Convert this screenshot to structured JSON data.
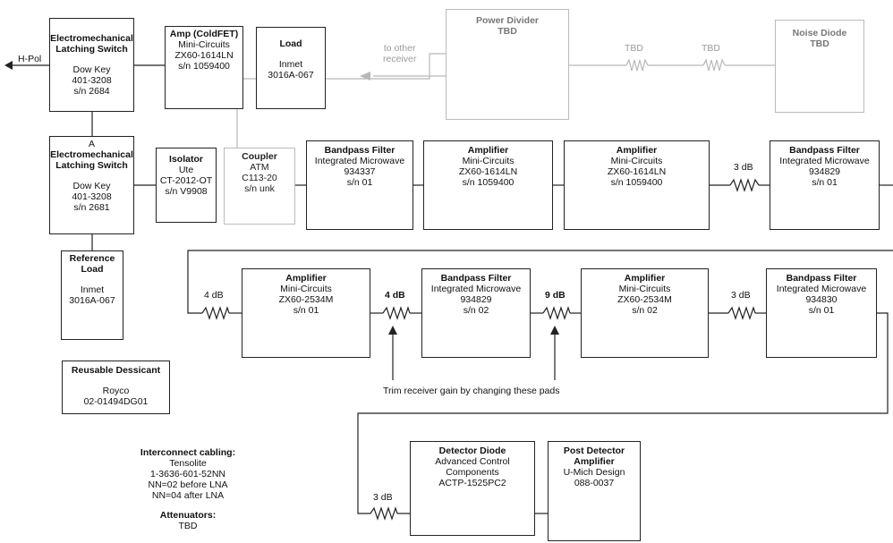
{
  "hpol_label": "H-Pol",
  "switch_top": {
    "title": [
      "Electromechanical",
      "Latching Switch"
    ],
    "lines": [
      "Dow Key",
      "401-3208",
      "s/n 2684"
    ]
  },
  "amp_coldfet": {
    "title": "Amp (ColdFET)",
    "lines": [
      "Mini-Circuits",
      "ZX60-1614LN",
      "s/n 1059400"
    ]
  },
  "load_top": {
    "title": "Load",
    "lines": [
      "Inmet",
      "3016A-067"
    ]
  },
  "other_receiver": [
    "to other",
    "receiver"
  ],
  "power_divider": {
    "title": [
      "Power Divider",
      "TBD"
    ]
  },
  "tbd_pad_1": "TBD",
  "tbd_pad_2": "TBD",
  "noise_diode": {
    "title": [
      "Noise Diode",
      "TBD"
    ]
  },
  "switch_a": {
    "port": "A",
    "title": [
      "Electromechanical",
      "Latching Switch"
    ],
    "lines": [
      "Dow Key",
      "401-3208",
      "s/n 2681"
    ]
  },
  "isolator": {
    "title": "Isolator",
    "lines": [
      "Ute",
      "CT-2012-OT",
      "s/n V9908"
    ]
  },
  "coupler": {
    "title": "Coupler",
    "lines": [
      "ATM",
      "C113-20",
      "s/n unk"
    ]
  },
  "row1": {
    "bpf1": {
      "title": "Bandpass Filter",
      "lines": [
        "Integrated Microwave",
        "934337",
        "s/n 01"
      ]
    },
    "amp1": {
      "title": "Amplifier",
      "lines": [
        "Mini-Circuits",
        "ZX60-1614LN",
        "s/n 1059400"
      ]
    },
    "amp2": {
      "title": "Amplifier",
      "lines": [
        "Mini-Circuits",
        "ZX60-1614LN",
        "s/n 1059400"
      ]
    },
    "pad": "3 dB",
    "bpf2": {
      "title": "Bandpass Filter",
      "lines": [
        "Integrated Microwave",
        "934829",
        "s/n 01"
      ]
    }
  },
  "ref_load": {
    "title": [
      "Reference",
      "Load"
    ],
    "lines": [
      "Inmet",
      "3016A-067"
    ]
  },
  "row2": {
    "pad1": "4 dB",
    "amp1": {
      "title": "Amplifier",
      "lines": [
        "Mini-Circuits",
        "ZX60-2534M",
        "s/n 01"
      ]
    },
    "pad2": "4 dB",
    "bpf1": {
      "title": "Bandpass Filter",
      "lines": [
        "Integrated Microwave",
        "934829",
        "s/n 02"
      ]
    },
    "pad3": "9 dB",
    "amp2": {
      "title": "Amplifier",
      "lines": [
        "Mini-Circuits",
        "ZX60-2534M",
        "s/n 02"
      ]
    },
    "pad4": "3 dB",
    "bpf2": {
      "title": "Bandpass Filter",
      "lines": [
        "Integrated Microwave",
        "934830",
        "s/n 01"
      ]
    }
  },
  "dessicant": {
    "title": "Reusable Dessicant",
    "lines": [
      "Royco",
      "02-01494DG01"
    ]
  },
  "trim_note": "Trim receiver gain by changing these pads",
  "cabling": {
    "title": "Interconnect cabling:",
    "lines": [
      "Tensolite",
      "1-3636-601-52NN",
      "NN=02 before LNA",
      "NN=04 after LNA"
    ]
  },
  "attenuators": {
    "title": "Attenuators:",
    "value": "TBD"
  },
  "row3": {
    "pad": "3 dB",
    "detector": {
      "title": "Detector Diode",
      "lines": [
        "Advanced Control",
        "Components",
        "ACTP-1525PC2"
      ]
    },
    "post_amp": {
      "title": [
        "Post Detector",
        "Amplifier"
      ],
      "lines": [
        "U-Mich Design",
        "088-0037"
      ]
    }
  }
}
